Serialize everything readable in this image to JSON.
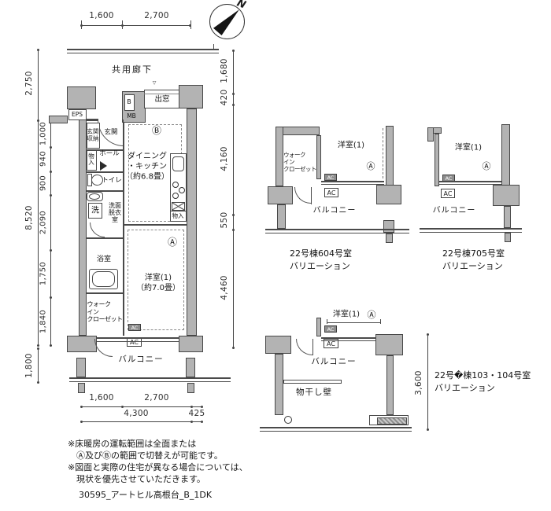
{
  "compass": {
    "north": "N"
  },
  "main": {
    "dims": {
      "top": [
        "1,600",
        "2,700"
      ],
      "left_outer": [
        "2,750",
        "8,520"
      ],
      "left_inner": [
        "1,000",
        "940",
        "900",
        "2,090",
        "1,750",
        "1,840"
      ],
      "left_bottom": "1,800",
      "right": [
        "1,680",
        "420",
        "4,160",
        "550",
        "4,460"
      ],
      "bottom1": [
        "1,600",
        "2,700"
      ],
      "bottom2": [
        "4,300",
        "425"
      ]
    },
    "labels": {
      "corridor": "共用廊下",
      "eps": "EPS",
      "meter_b": "B",
      "meter_mb": "MB",
      "bay_window": "出窓",
      "bay_marker": "▽",
      "entrance_storage": "玄関\n収納",
      "entrance": "玄関",
      "storage_small": "物\n入",
      "hall": "ホール",
      "toilet": "トイレ",
      "washer": "洗",
      "washroom": "洗面\n脱衣\n室",
      "bathroom": "浴室",
      "dk": "ダイニング\n・キッチン\n（約6.8畳）",
      "zone_b": "Ⓑ",
      "zone_a": "Ⓐ",
      "kitchen_storage": "物入",
      "western": "洋室(1)\n（約7.0畳）",
      "wic": "ウォーク\nイン\nクローゼット",
      "ac": "AC",
      "balcony": "バルコニー"
    }
  },
  "variations": [
    {
      "caption1": "22号棟604号室",
      "caption2": "バリエーション",
      "room": "洋室(1)",
      "zone": "Ⓐ",
      "wic": "ウォーク\nイン\nクローゼット",
      "ac": "AC",
      "balcony": "バルコニー"
    },
    {
      "caption1": "22号棟705号室",
      "caption2": "バリエーション",
      "room": "洋室(1)",
      "zone": "Ⓐ",
      "ac": "AC",
      "balcony": "バルコニー"
    },
    {
      "caption1": "22号�棟103・104号室",
      "caption2": "バリエーション",
      "room": "洋室(1)",
      "zone": "Ⓐ",
      "ac": "AC",
      "balcony": "バルコニー",
      "drying_wall": "物干し壁",
      "dim": "3,600"
    }
  ],
  "notes": [
    "※床暖房の運転範囲は全面または",
    "Ⓐ及びⒷの範囲で切替えが可能です。",
    "※図面と実際の住宅が異なる場合については、",
    "現状を優先させていただきます。"
  ],
  "footer": "30595_アートヒル高根台_B_1DK"
}
